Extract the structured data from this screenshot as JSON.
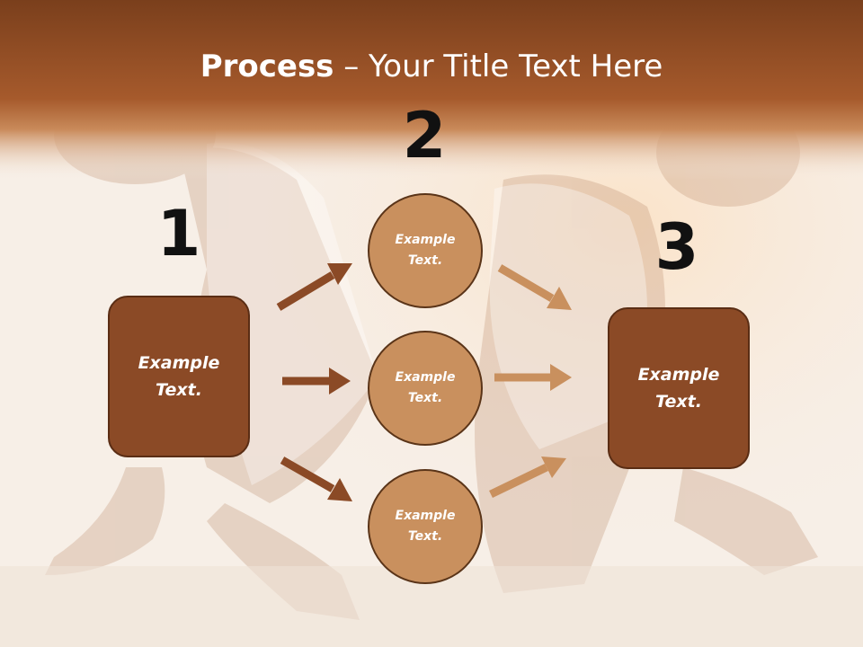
{
  "title": {
    "bold": "Process",
    "rest": " – Your Title Text Here"
  },
  "numbers": [
    "1",
    "2",
    "3"
  ],
  "left_box": {
    "line1": "Example",
    "line2": "Text."
  },
  "circles": [
    {
      "line1": "Example",
      "line2": "Text."
    },
    {
      "line1": "Example",
      "line2": "Text."
    },
    {
      "line1": "Example",
      "line2": "Text."
    }
  ],
  "right_box": {
    "line1": "Example",
    "line2": "Text."
  },
  "colors": {
    "header": "#8a4a22",
    "box": "#8b4a26",
    "circle": "#c9905e",
    "arrow_dark": "#8b4a26",
    "arrow_light": "#c9905e"
  }
}
